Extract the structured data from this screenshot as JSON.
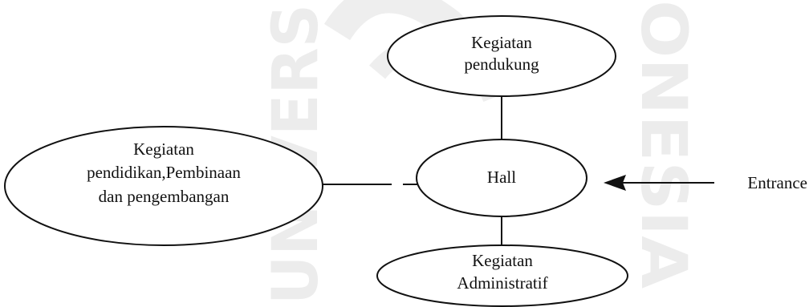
{
  "diagram": {
    "nodes": {
      "pendukung": {
        "line1": "Kegiatan",
        "line2": "pendukung"
      },
      "hall": {
        "label": "Hall"
      },
      "pendidikan": {
        "line1": "Kegiatan",
        "line2": "pendidikan,Pembinaan",
        "line3": "dan pengembangan"
      },
      "administratif": {
        "line1": "Kegiatan",
        "line2": "Administratif"
      }
    },
    "entrance": {
      "label": "Entrance"
    }
  },
  "watermark": {
    "left": "UNIVERS",
    "right": "ONESIA"
  }
}
